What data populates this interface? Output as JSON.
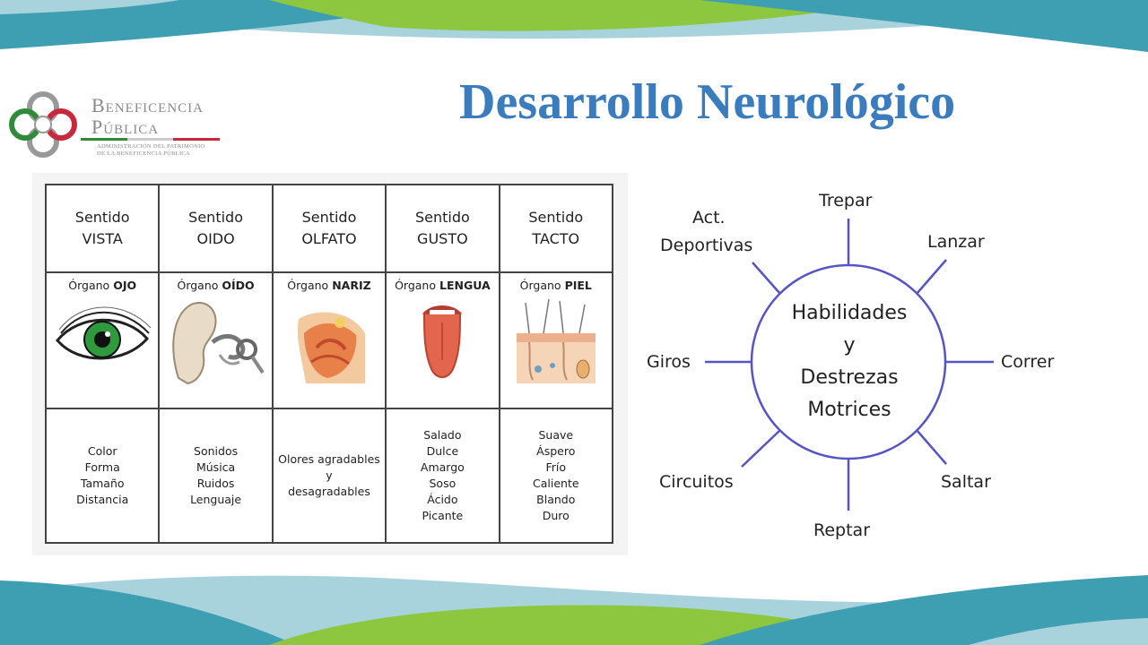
{
  "title": "Desarrollo Neurológico",
  "logo": {
    "line1": "Beneficencia",
    "line2": "Pública",
    "sub1": "Administración del Patrimonio",
    "sub2": "de la Beneficencia Pública"
  },
  "senses": {
    "columns": [
      {
        "sentido": "Sentido",
        "name": "VISTA",
        "organ_prefix": "Órgano",
        "organ": "OJO",
        "organ_icon": "eye-icon",
        "items": [
          "Color",
          "Forma",
          "Tamaño",
          "Distancia"
        ]
      },
      {
        "sentido": "Sentido",
        "name": "OIDO",
        "organ_prefix": "Órgano",
        "organ": "OÍDO",
        "organ_icon": "ear-icon",
        "items": [
          "Sonidos",
          "Música",
          "Ruidos",
          "Lenguaje"
        ]
      },
      {
        "sentido": "Sentido",
        "name": "OLFATO",
        "organ_prefix": "Órgano",
        "organ": "NARIZ",
        "organ_icon": "nose-icon",
        "items": [
          "Olores agradables",
          "y",
          "desagradables"
        ]
      },
      {
        "sentido": "Sentido",
        "name": "GUSTO",
        "organ_prefix": "Órgano",
        "organ": "LENGUA",
        "organ_icon": "tongue-icon",
        "items": [
          "Salado",
          "Dulce",
          "Amargo",
          "Soso",
          "Ácido",
          "Picante"
        ]
      },
      {
        "sentido": "Sentido",
        "name": "TACTO",
        "organ_prefix": "Órgano",
        "organ": "PIEL",
        "organ_icon": "skin-icon",
        "items": [
          "Suave",
          "Áspero",
          "Frío",
          "Caliente",
          "Blando",
          "Duro"
        ]
      }
    ]
  },
  "skills": {
    "center": [
      "Habilidades",
      "y",
      "Destrezas",
      "Motrices"
    ],
    "labels": {
      "trepar": "Trepar",
      "act_line1": "Act.",
      "act_line2": "Deportivas",
      "lanzar": "Lanzar",
      "giros": "Giros",
      "correr": "Correr",
      "circuitos": "Circuitos",
      "saltar": "Saltar",
      "reptar": "Reptar"
    }
  },
  "colors": {
    "title": "#3a7cbe",
    "teal": "#3e9fb2",
    "light_teal": "#a9d3dc",
    "lime": "#8dc63f",
    "diagram_line": "#5555c8"
  }
}
